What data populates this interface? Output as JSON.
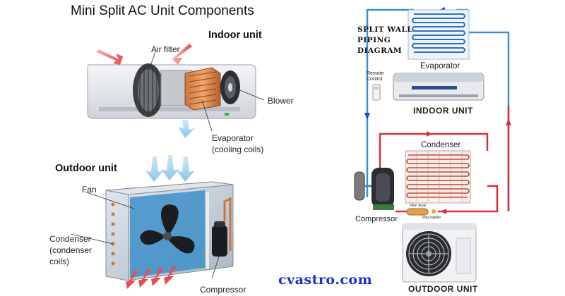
{
  "left": {
    "title": "Mini Split AC Unit Components",
    "indoor_heading": "Indoor unit",
    "outdoor_heading": "Outdoor unit",
    "labels": {
      "air_filter": "Air filter",
      "blower": "Blower",
      "evaporator_line1": "Evaporator",
      "evaporator_line2": "(cooling coils)",
      "fan": "Fan",
      "condenser_line1": "Condenser",
      "condenser_line2": "(condenser",
      "condenser_line3": "coils)",
      "compressor": "Compressor"
    }
  },
  "right": {
    "diagram_title_line1": "SPLIT WALL",
    "diagram_title_line2": "PIPING",
    "diagram_title_line3": "DIAGRAM",
    "evaporator": "Evaporator",
    "remote_line1": "Remote",
    "remote_line2": "Control",
    "indoor_caption": "INDOOR UNIT",
    "condenser": "Condenser",
    "compressor": "Compressor",
    "filter_dryer": "Filter dryer",
    "pipe_kapiler": "Pipa kapiler",
    "outdoor_caption": "OUTDOOR UNIT"
  },
  "watermark": "cvastro.com",
  "colors": {
    "hot_line": "#d6313a",
    "cold_line": "#3a8fd6",
    "brand": "#1a33c9",
    "arrow_warm": "#e85a5a",
    "arrow_cool": "#8fc8ec"
  }
}
